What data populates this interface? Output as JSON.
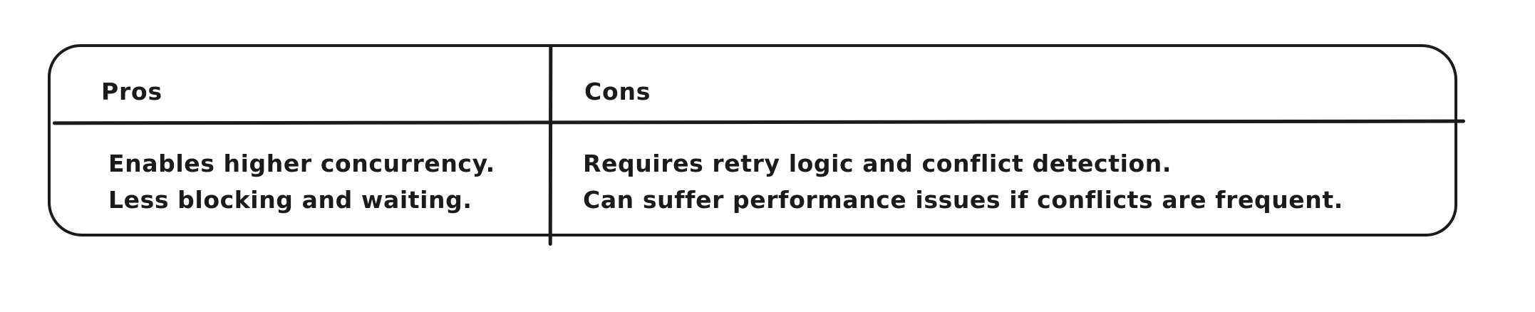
{
  "table": {
    "columns": [
      {
        "header": "Pros",
        "items": [
          "Enables higher concurrency.",
          "Less blocking and waiting."
        ]
      },
      {
        "header": "Cons",
        "items": [
          "Requires retry logic and conflict detection.",
          "Can suffer performance issues if conflicts are frequent."
        ]
      }
    ]
  },
  "colors": {
    "stroke": "#1b1b1b",
    "background": "#ffffff"
  }
}
